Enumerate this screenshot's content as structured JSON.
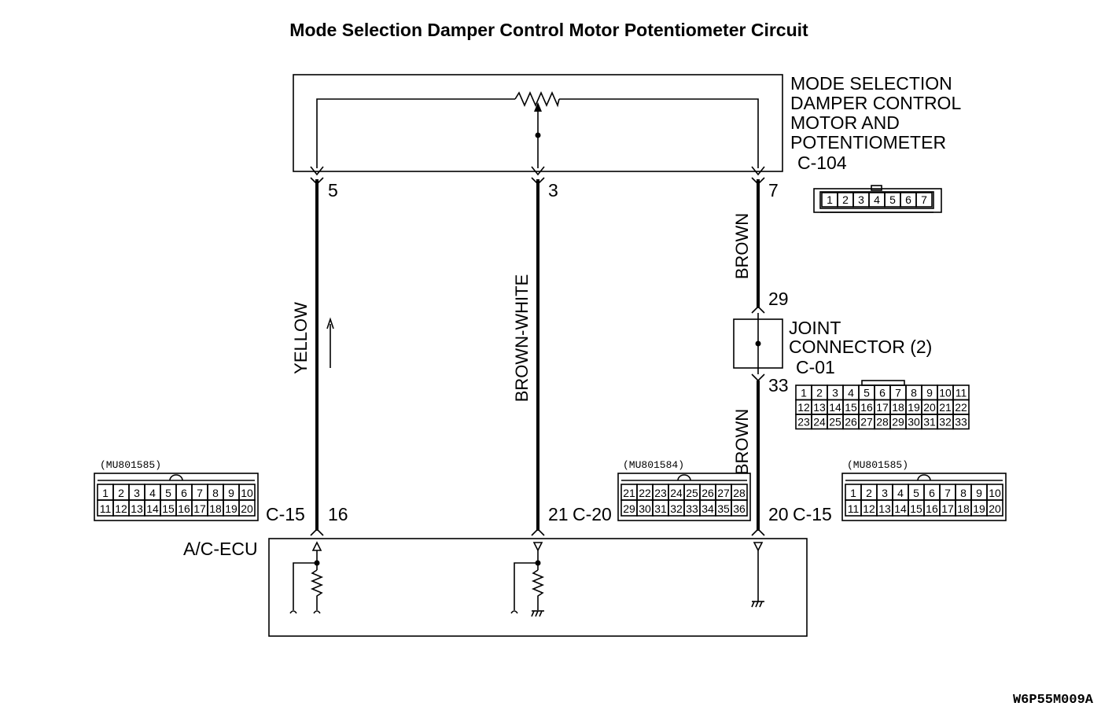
{
  "title": "Mode Selection Damper Control Motor Potentiometer Circuit",
  "motor": {
    "name_lines": [
      "MODE SELECTION",
      "DAMPER CONTROL",
      "MOTOR AND",
      "POTENTIOMETER"
    ],
    "connector": "C-104",
    "pins": {
      "left": "5",
      "mid": "3",
      "right": "7"
    },
    "conn_cells": [
      "1",
      "2",
      "3",
      "4",
      "5",
      "6",
      "7"
    ]
  },
  "wires": {
    "left": "YELLOW",
    "mid": "BROWN-WHITE",
    "right_top": "BROWN",
    "right_bottom": "BROWN"
  },
  "joint": {
    "name_lines": [
      "JOINT",
      "CONNECTOR (2)"
    ],
    "connector": "C-01",
    "pin_in": "29",
    "pin_out": "33",
    "rows": [
      [
        "1",
        "2",
        "3",
        "4",
        "5",
        "6",
        "7",
        "8",
        "9",
        "10",
        "11"
      ],
      [
        "12",
        "13",
        "14",
        "15",
        "16",
        "17",
        "18",
        "19",
        "20",
        "21",
        "22"
      ],
      [
        "23",
        "24",
        "25",
        "26",
        "27",
        "28",
        "29",
        "30",
        "31",
        "32",
        "33"
      ]
    ]
  },
  "ecu": {
    "name": "A/C-ECU",
    "pin_left": "16",
    "pin_left_conn": "C-15",
    "pin_mid": "21",
    "pin_mid_conn": "C-20",
    "pin_right": "20",
    "pin_right_conn": "C-15"
  },
  "ecu_conn_left": {
    "part": "(MU801585)",
    "rows": [
      [
        "1",
        "2",
        "3",
        "4",
        "5",
        "6",
        "7",
        "8",
        "9",
        "10"
      ],
      [
        "11",
        "12",
        "13",
        "14",
        "15",
        "16",
        "17",
        "18",
        "19",
        "20"
      ]
    ]
  },
  "ecu_conn_mid": {
    "part": "(MU801584)",
    "rows": [
      [
        "21",
        "22",
        "23",
        "24",
        "25",
        "26",
        "27",
        "28"
      ],
      [
        "29",
        "30",
        "31",
        "32",
        "33",
        "34",
        "35",
        "36"
      ]
    ]
  },
  "ecu_conn_right": {
    "part": "(MU801585)",
    "rows": [
      [
        "1",
        "2",
        "3",
        "4",
        "5",
        "6",
        "7",
        "8",
        "9",
        "10"
      ],
      [
        "11",
        "12",
        "13",
        "14",
        "15",
        "16",
        "17",
        "18",
        "19",
        "20"
      ]
    ]
  },
  "figure_code": "W6P55M009A"
}
